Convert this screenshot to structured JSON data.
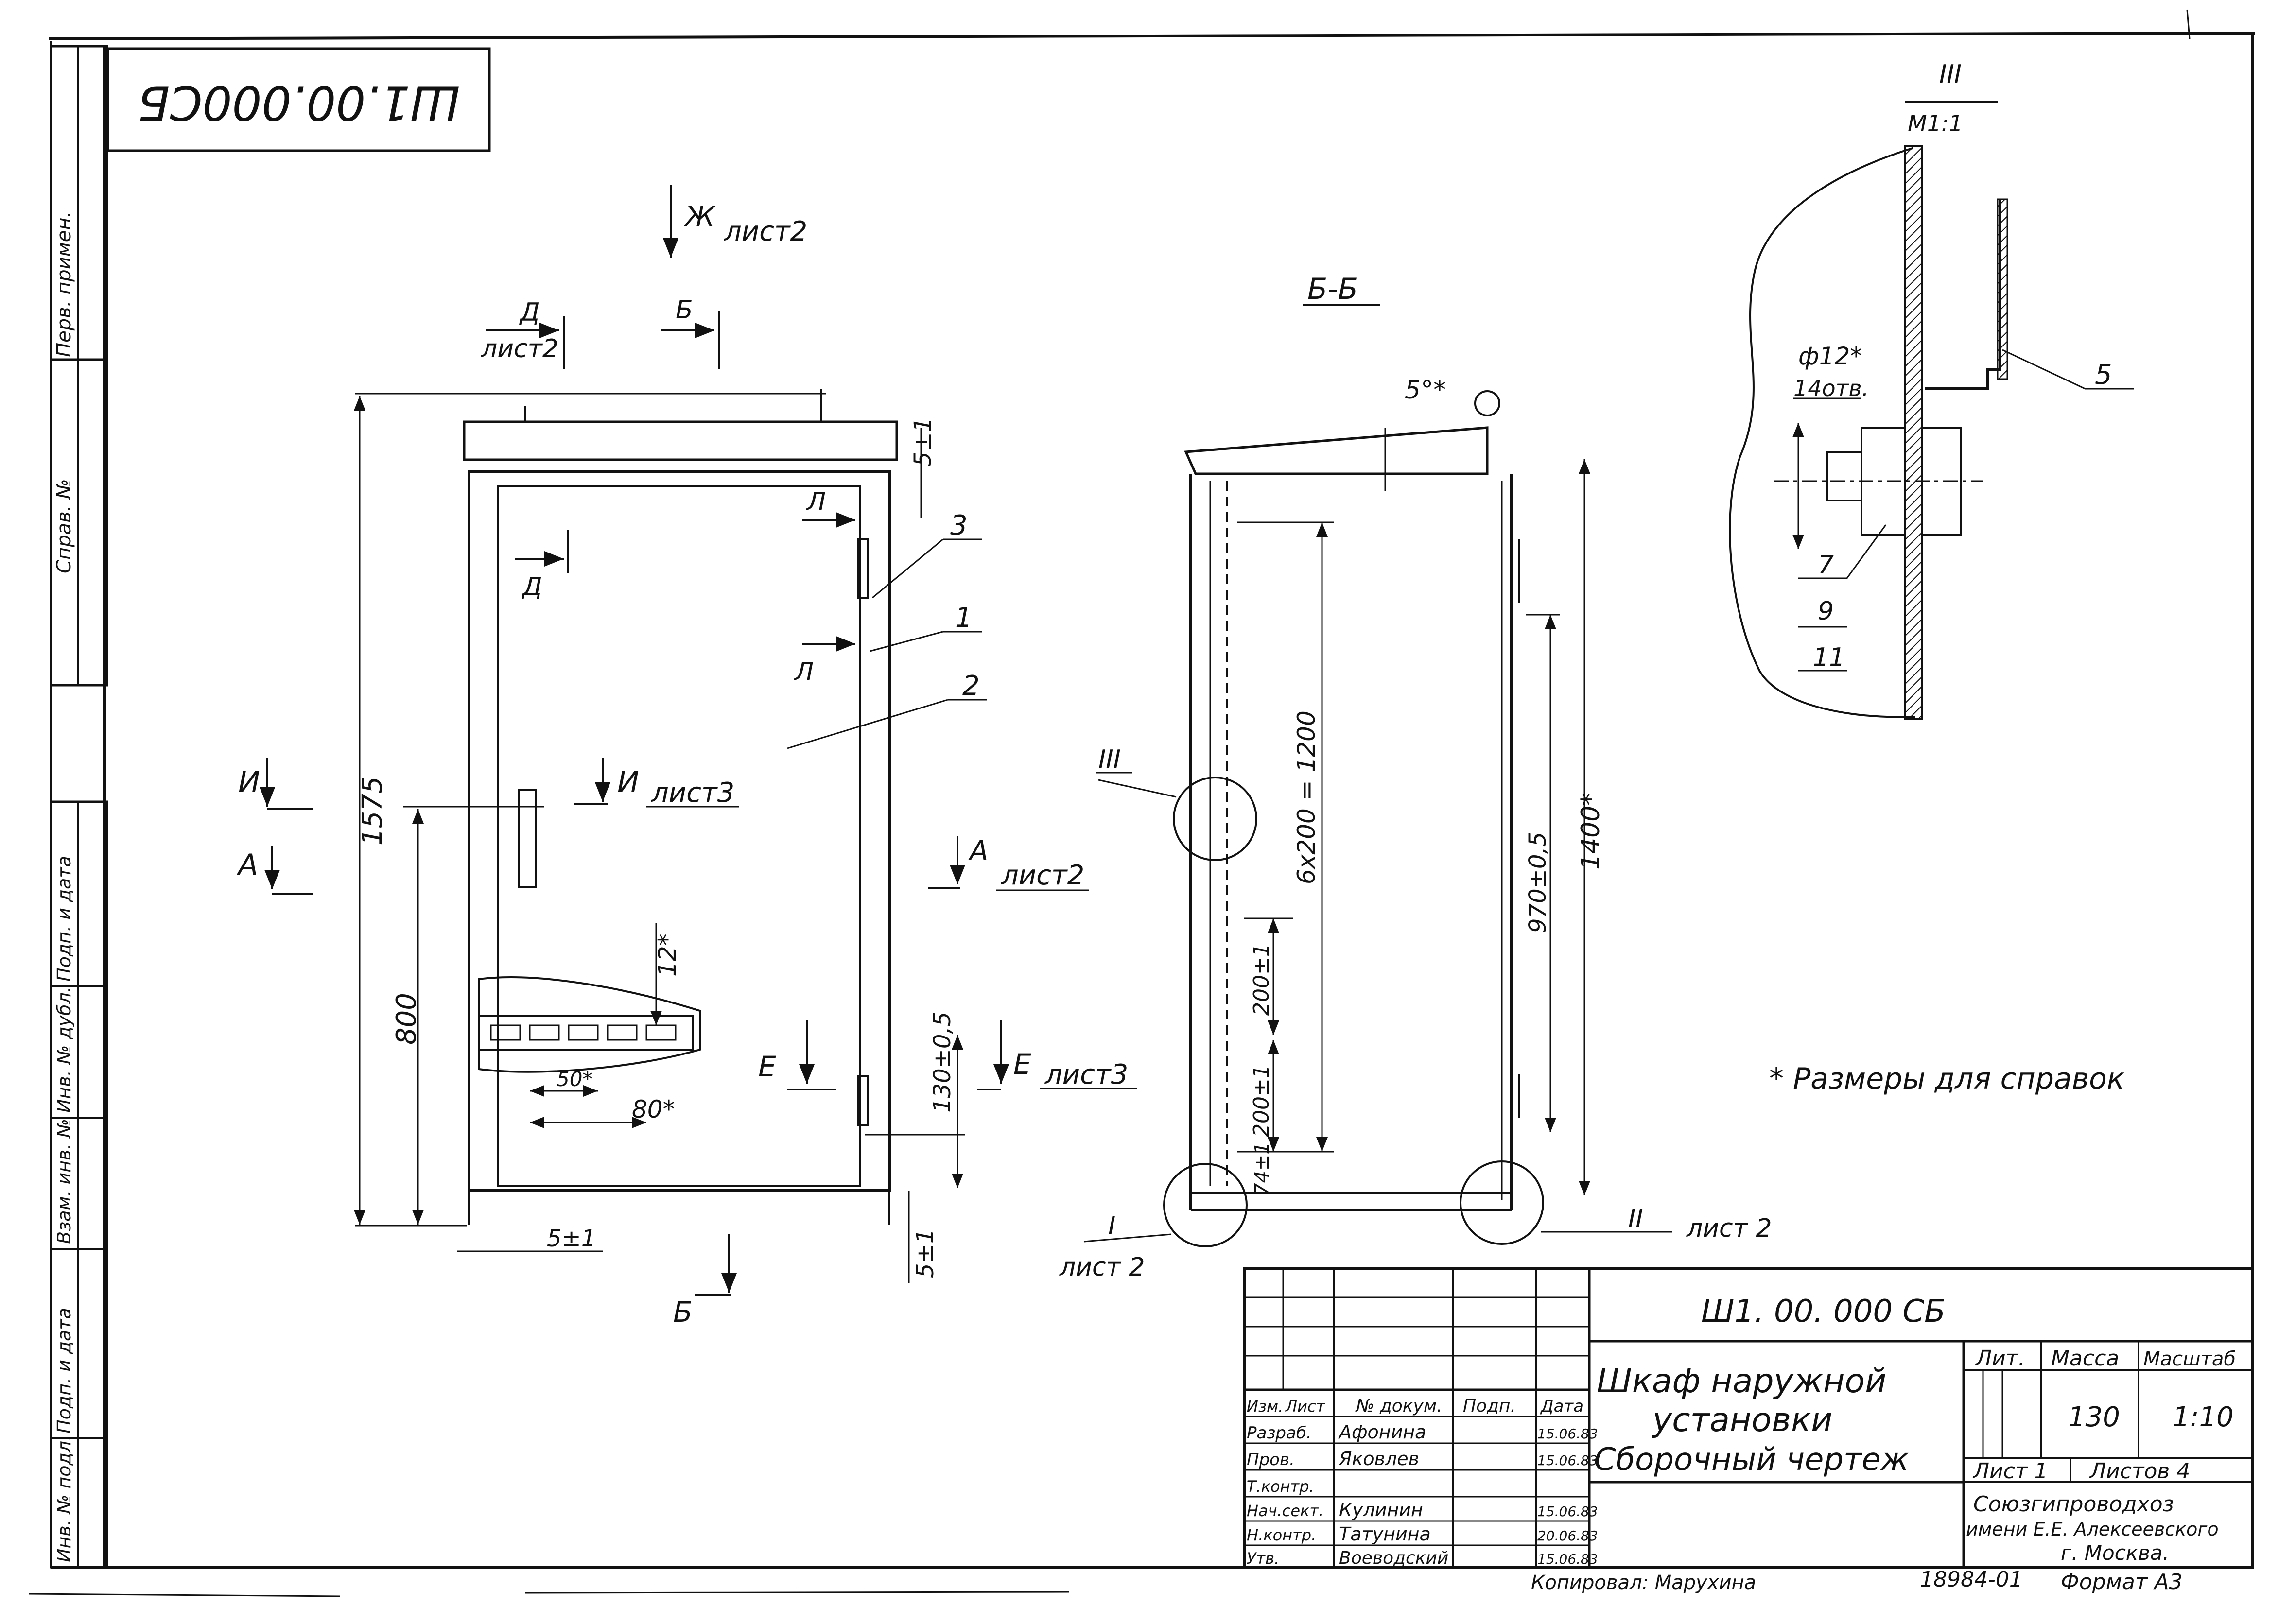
{
  "doc_code_top": "Ш1.00.000СБ",
  "side": {
    "perv_primen": "Перв. примен.",
    "sprav_no": "Справ. №",
    "podp_data_1": "Подп. и дата",
    "inv_dubl": "Инв. № дубл.",
    "vzam_inv": "Взам. инв. №",
    "podp_data_2": "Подп. и дата",
    "inv_podl": "Инв. № подл."
  },
  "front": {
    "zh_mark": "Ж",
    "zh_sheet": "лист2",
    "d_mark_top": "Д",
    "d_sheet": "лист2",
    "b_mark_top": "Б",
    "d_mark_mid": "Д",
    "l_mark_1": "Л",
    "l_mark_2": "Л",
    "i_left": "И",
    "i_mid": "И",
    "i_sheet": "лист3",
    "a_left": "А",
    "a_right": "А",
    "a_sheet": "лист2",
    "e_left": "Е",
    "e_right": "Е",
    "e_sheet": "лист3",
    "b_mark_bottom": "Б",
    "dim_height": "1575",
    "dim_800": "800",
    "dim_12": "12*",
    "dim_50": "50*",
    "dim_80": "80*",
    "dim_5_top": "5±1",
    "dim_5_left": "5±1",
    "dim_5_bottom": "5±1",
    "dim_130": "130±0,5",
    "leaders": [
      "3",
      "1",
      "2"
    ]
  },
  "section": {
    "title": "Б-Б",
    "angle": "5°*",
    "dim_6x200": "6х200 = 1200",
    "dim_970": "970±0,5",
    "dim_1400": "1400*",
    "dim_200_a": "200±1",
    "dim_200_b": "200±1",
    "dim_74": "74±1",
    "node_iii": "III",
    "node_i": "I",
    "node_i_sheet": "лист 2",
    "node_ii": "II",
    "node_ii_sheet": "лист 2"
  },
  "detail": {
    "title": "III",
    "scale": "М1:1",
    "hole_dim": "ф12*",
    "hole_count": "14отв.",
    "leader_5": "5",
    "leader_7": "7",
    "leader_9": "9",
    "leader_11": "11"
  },
  "note": "* Размеры для справок",
  "title_block": {
    "code": "Ш1. 00. 000 СБ",
    "name_line1": "Шкаф наружной",
    "name_line2": "установки",
    "name_line3": "Сборочный чертеж",
    "head_izm": "Изм.",
    "head_list": "Лист",
    "head_doc": "№ докум.",
    "head_podp": "Подп.",
    "head_data": "Дата",
    "roles": [
      {
        "role": "Разраб.",
        "name": "Афонина",
        "date": "15.06.83"
      },
      {
        "role": "Пров.",
        "name": "Яковлев",
        "date": "15.06.83"
      },
      {
        "role": "Т.контр.",
        "name": "",
        "date": ""
      },
      {
        "role": "Нач.сект.",
        "name": "Кулинин",
        "date": "15.06.83"
      },
      {
        "role": "Н.контр.",
        "name": "Татунина",
        "date": "20.06.83"
      },
      {
        "role": "Утв.",
        "name": "Воеводский",
        "date": "15.06.83"
      }
    ],
    "lit_label": "Лит.",
    "mass_label": "Масса",
    "scale_label": "Масштаб",
    "mass_value": "130",
    "scale_value": "1:10",
    "sheet_label": "Лист 1",
    "sheets_label": "Листов 4",
    "org_line1": "Союзгипроводхоз",
    "org_line2": "имени Е.Е. Алексеевского",
    "org_line3": "г. Москва.",
    "copied": "Копировал: Марухина",
    "number": "18984-01",
    "format": "Формат А3"
  }
}
